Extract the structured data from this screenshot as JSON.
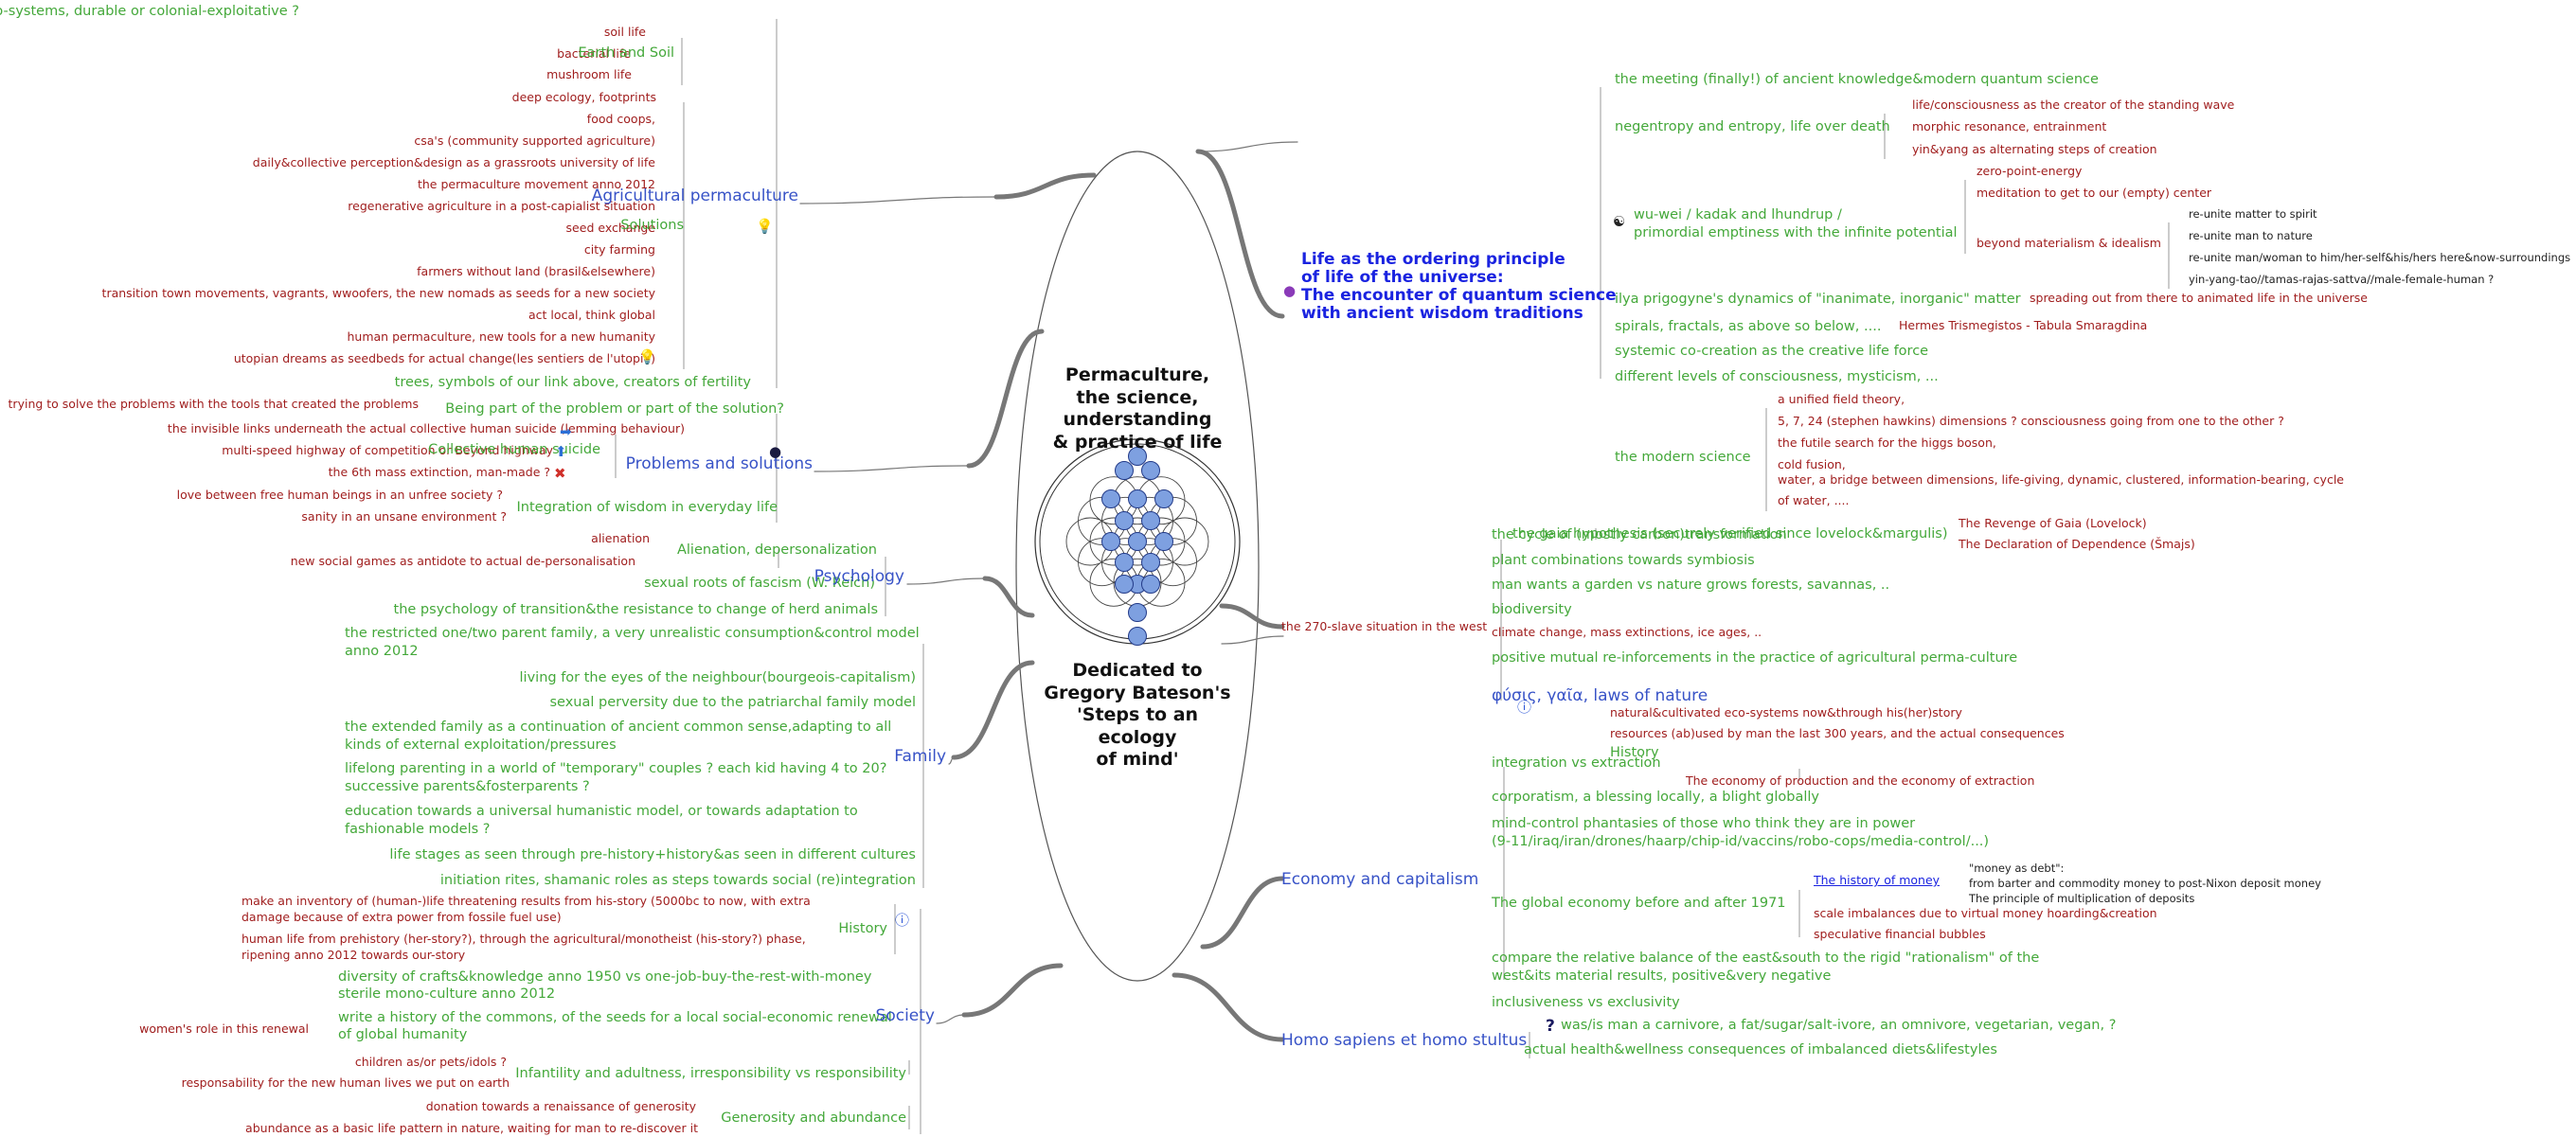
{
  "center": {
    "title_lines": [
      "Permaculture,",
      "the science,",
      "understanding",
      "& practice of life"
    ],
    "dedication_lines": [
      "Dedicated to",
      "Gregory Bateson's",
      "'Steps to an",
      "ecology",
      "of mind'"
    ],
    "icon": "flower-of-life-icon"
  },
  "colors": {
    "main_topic": "#3853c7",
    "subtopic": "#44a83a",
    "leaf": "#a01e1e",
    "heading": "#1a23e0",
    "connector": "#777777"
  },
  "nodes": [
    {
      "t": "plant&animal(&human) eco-systems, durable or colonial-exploitative ?",
      "c": "sub"
    },
    {
      "t": "soil life",
      "c": "leaf"
    },
    {
      "t": "bacterial life",
      "c": "leaf"
    },
    {
      "t": "mushroom life",
      "c": "leaf"
    },
    {
      "t": "Earth and Soil",
      "c": "sub"
    },
    {
      "t": "deep ecology, footprints",
      "c": "leaf"
    },
    {
      "t": "food coops,",
      "c": "leaf"
    },
    {
      "t": "csa's (community supported agriculture)",
      "c": "leaf"
    },
    {
      "t": "daily&collective perception&design as a grassroots university of life",
      "c": "leaf"
    },
    {
      "t": "the permaculture movement anno 2012",
      "c": "leaf"
    },
    {
      "t": "regenerative agriculture in a post-capialist situation",
      "c": "leaf"
    },
    {
      "t": "seed exchange",
      "c": "leaf"
    },
    {
      "t": "city farming",
      "c": "leaf"
    },
    {
      "t": "farmers without land (brasil&elsewhere)",
      "c": "leaf"
    },
    {
      "t": "transition town movements, vagrants, wwoofers, the new nomads as seeds for a new society",
      "c": "leaf"
    },
    {
      "t": "act local, think global",
      "c": "leaf"
    },
    {
      "t": "human permaculture, new tools for a new humanity",
      "c": "leaf"
    },
    {
      "t": "utopian dreams as seedbeds for actual change(les sentiers de l'utopie)",
      "c": "leaf"
    },
    {
      "t": "Solutions",
      "c": "sub"
    },
    {
      "t": "trees, symbols of our link above, creators of fertility",
      "c": "sub"
    },
    {
      "t": "Agricultural permaculture",
      "c": "main"
    },
    {
      "t": "Being part of the problem or part of the solution?",
      "c": "sub"
    },
    {
      "t": "trying to solve the problems with the tools that created the problems",
      "c": "leaf"
    },
    {
      "t": "the invisible links underneath the actual collective human suicide (lemming behaviour)",
      "c": "leaf"
    },
    {
      "t": "multi-speed highway of competition or Beyond highway",
      "c": "leaf"
    },
    {
      "t": "the 6th mass extinction, man-made ?",
      "c": "leaf"
    },
    {
      "t": "Collective human suicide",
      "c": "sub"
    },
    {
      "t": "love between free human beings in an unfree society ?",
      "c": "leaf"
    },
    {
      "t": "sanity in an unsane environment ?",
      "c": "leaf"
    },
    {
      "t": "Integration of wisdom in everyday life",
      "c": "sub"
    },
    {
      "t": "Problems and solutions",
      "c": "main"
    },
    {
      "t": "alienation",
      "c": "leaf"
    },
    {
      "t": "new social games as antidote to actual de-personalisation",
      "c": "leaf"
    },
    {
      "t": "Alienation, depersonalization",
      "c": "sub"
    },
    {
      "t": "sexual roots of fascism (W. Reich)",
      "c": "sub"
    },
    {
      "t": "the psychology of transition&the resistance to change of herd animals",
      "c": "sub"
    },
    {
      "t": "Psychology",
      "c": "main"
    },
    {
      "t": "the restricted one/two parent family, a very unrealistic consumption&control model",
      "c": "sub"
    },
    {
      "t": "anno 2012",
      "c": "sub"
    },
    {
      "t": "living for the eyes of the neighbour(bourgeois-capitalism)",
      "c": "sub"
    },
    {
      "t": "sexual perversity due to the patriarchal family model",
      "c": "sub"
    },
    {
      "t": "the extended family as a continuation of ancient common sense,adapting to all",
      "c": "sub"
    },
    {
      "t": "kinds of external exploitation/pressures",
      "c": "sub"
    },
    {
      "t": "lifelong parenting in a world of \"temporary\" couples ? each kid having 4 to 20?",
      "c": "sub"
    },
    {
      "t": "successive parents&fosterparents ?",
      "c": "sub"
    },
    {
      "t": "education towards a universal humanistic model, or towards adaptation to",
      "c": "sub"
    },
    {
      "t": "fashionable models ?",
      "c": "sub"
    },
    {
      "t": "life stages as seen through pre-history+history&as seen in different cultures",
      "c": "sub"
    },
    {
      "t": "initiation rites, shamanic roles as steps towards social (re)integration",
      "c": "sub"
    },
    {
      "t": "Family",
      "c": "main"
    },
    {
      "t": "make an inventory of (human-)life threatening results from his-story (5000bc to now, with extra",
      "c": "leaf"
    },
    {
      "t": "damage because of extra power from fossile fuel use)",
      "c": "leaf"
    },
    {
      "t": "human life from prehistory (her-story?), through the agricultural/monotheist (his-story?) phase,",
      "c": "leaf"
    },
    {
      "t": "ripening anno 2012 towards our-story",
      "c": "leaf"
    },
    {
      "t": "History",
      "c": "sub"
    },
    {
      "t": "diversity of crafts&knowledge anno 1950 vs one-job-buy-the-rest-with-money",
      "c": "sub"
    },
    {
      "t": "sterile mono-culture anno 2012",
      "c": "sub"
    },
    {
      "t": "women's role in this renewal",
      "c": "leaf"
    },
    {
      "t": "write a history of the commons, of the seeds for a local social-economic renewal",
      "c": "sub"
    },
    {
      "t": "of global humanity",
      "c": "sub"
    },
    {
      "t": "children as/or pets/idols ?",
      "c": "leaf"
    },
    {
      "t": "responsability for the new human lives we put on earth",
      "c": "leaf"
    },
    {
      "t": "Infantility and adultness, irresponsibility vs responsibility",
      "c": "sub"
    },
    {
      "t": "donation towards a renaissance of generosity",
      "c": "leaf"
    },
    {
      "t": "abundance as a basic life pattern in nature, waiting for man to re-discover it",
      "c": "leaf"
    },
    {
      "t": "Generosity and abundance",
      "c": "sub"
    },
    {
      "t": "Society",
      "c": "main"
    },
    {
      "t": "Life as the ordering principle",
      "c": "heading"
    },
    {
      "t": "of life of the universe:",
      "c": "heading"
    },
    {
      "t": "The encounter of quantum science",
      "c": "heading"
    },
    {
      "t": "with ancient wisdom traditions",
      "c": "heading"
    },
    {
      "t": "the meeting (finally!) of ancient knowledge&modern quantum science",
      "c": "sub"
    },
    {
      "t": "negentropy and entropy, life over death",
      "c": "sub"
    },
    {
      "t": "life/consciousness as the creator of the standing wave",
      "c": "leaf"
    },
    {
      "t": "morphic resonance, entrainment",
      "c": "leaf"
    },
    {
      "t": "yin&yang as alternating steps of creation",
      "c": "leaf"
    },
    {
      "t": "wu-wei / kadak and lhundrup /",
      "c": "sub"
    },
    {
      "t": "primordial emptiness with the infinite potential",
      "c": "sub"
    },
    {
      "t": "zero-point-energy",
      "c": "leaf"
    },
    {
      "t": "meditation to get to our (empty) center",
      "c": "leaf"
    },
    {
      "t": "beyond materialism & idealism",
      "c": "leaf"
    },
    {
      "t": "re-unite matter to spirit",
      "c": "tiny"
    },
    {
      "t": "re-unite man to nature",
      "c": "tiny"
    },
    {
      "t": "re-unite man/woman to him/her-self&his/hers here&now-surroundings",
      "c": "tiny"
    },
    {
      "t": "yin-yang-tao//tamas-rajas-sattva//male-female-human ?",
      "c": "tiny"
    },
    {
      "t": "ilya prigogyne's dynamics of \"inanimate, inorganic\" matter",
      "c": "sub"
    },
    {
      "t": "spreading out from there to animated life in the universe",
      "c": "leaf"
    },
    {
      "t": "spirals, fractals, as above so below, ....",
      "c": "sub"
    },
    {
      "t": "Hermes Trismegistos - Tabula Smaragdina",
      "c": "leaf"
    },
    {
      "t": "systemic co-creation as the creative life force",
      "c": "sub"
    },
    {
      "t": "different levels of consciousness, mysticism, ...",
      "c": "sub"
    },
    {
      "t": "a unified field theory,",
      "c": "leaf"
    },
    {
      "t": "5, 7, 24 (stephen hawkins) dimensions ? consciousness going from one to the other ?",
      "c": "leaf"
    },
    {
      "t": "the futile search for the higgs boson,",
      "c": "leaf"
    },
    {
      "t": "cold fusion,",
      "c": "leaf"
    },
    {
      "t": "water, a bridge between dimensions, life-giving, dynamic, clustered, information-bearing, cycle",
      "c": "leaf"
    },
    {
      "t": "of water, ....",
      "c": "leaf"
    },
    {
      "t": "the modern science",
      "c": "sub"
    },
    {
      "t": "the gaia hypothesis (securely verified since lovelock&margulis)",
      "c": "sub"
    },
    {
      "t": "The Revenge of Gaia (Lovelock)",
      "c": "leaf"
    },
    {
      "t": "The Declaration of Dependence (Šmajs)",
      "c": "leaf"
    },
    {
      "t": "the cycle of (mostly carbon)transformation",
      "c": "sub"
    },
    {
      "t": "positive mutual re-inforcements in the practice of agricultural perma-culture",
      "c": "sub"
    },
    {
      "t": "plant combinations towards symbiosis",
      "c": "sub"
    },
    {
      "t": "man wants a garden vs nature grows forests, savannas, ..",
      "c": "sub"
    },
    {
      "t": "biodiversity",
      "c": "sub"
    },
    {
      "t": "climate change, mass extinctions, ice ages, ..",
      "c": "leaf"
    },
    {
      "t": "natural&cultivated eco-systems now&through his(her)story",
      "c": "leaf"
    },
    {
      "t": "resources (ab)used by man the last 300 years, and the actual consequences",
      "c": "leaf"
    },
    {
      "t": "History",
      "c": "sub"
    },
    {
      "t": "φύσις, γαῖα, laws of nature",
      "c": "main"
    },
    {
      "t": "the 270-slave situation in the west",
      "c": "leaf"
    },
    {
      "t": "The economy of production and the economy of extraction",
      "c": "leaf"
    },
    {
      "t": "integration vs extraction",
      "c": "sub"
    },
    {
      "t": "corporatism, a blessing locally, a blight globally",
      "c": "sub"
    },
    {
      "t": "mind-control phantasies of those who think they are in power",
      "c": "sub"
    },
    {
      "t": "(9-11/iraq/iran/drones/haarp/chip-id/vaccins/robo-cops/media-control/...)",
      "c": "sub"
    },
    {
      "t": "The history of money",
      "c": "link"
    },
    {
      "t": "\"money as debt\":",
      "c": "tiny"
    },
    {
      "t": "from barter and commodity money to post-Nixon deposit money",
      "c": "tiny"
    },
    {
      "t": "The principle of multiplication of deposits",
      "c": "tiny"
    },
    {
      "t": "scale imbalances due to virtual money hoarding&creation",
      "c": "leaf"
    },
    {
      "t": "speculative  financial bubbles",
      "c": "leaf"
    },
    {
      "t": "The global economy before and after 1971",
      "c": "sub"
    },
    {
      "t": "compare the relative balance of the east&south to the rigid \"rationalism\" of the",
      "c": "sub"
    },
    {
      "t": "west&its material results, positive&very negative",
      "c": "sub"
    },
    {
      "t": "inclusiveness vs exclusivity",
      "c": "sub"
    },
    {
      "t": "Economy and capitalism",
      "c": "main"
    },
    {
      "t": "was/is man a carnivore, a fat/sugar/salt-ivore, an omnivore, vegetarian, vegan, ?",
      "c": "sub"
    },
    {
      "t": "actual health&wellness consequences of imbalanced diets&lifestyles",
      "c": "sub"
    },
    {
      "t": "Homo sapiens et homo stultus",
      "c": "main"
    }
  ],
  "icons": [
    {
      "name": "lightbulb-icon",
      "glyph": "💡",
      "color": "#d8c400"
    },
    {
      "name": "arrow-right-icon",
      "glyph": "➡",
      "color": "#2b6fd6"
    },
    {
      "name": "arrow-up-icon",
      "glyph": "⬆",
      "color": "#2b6fd6"
    },
    {
      "name": "cross-icon",
      "glyph": "✖",
      "color": "#d0302a"
    },
    {
      "name": "lightbulb-icon",
      "glyph": "💡",
      "color": "#d8c400"
    },
    {
      "name": "bomb-icon",
      "glyph": "●",
      "color": "#1a1a40"
    },
    {
      "name": "info-icon",
      "glyph": "ⓘ",
      "color": "#2b55d6"
    },
    {
      "name": "planet-icon",
      "glyph": "●",
      "color": "#8a3ab8"
    },
    {
      "name": "yin-yang-icon",
      "glyph": "☯",
      "color": "#222222"
    },
    {
      "name": "info-icon",
      "glyph": "ⓘ",
      "color": "#2b55d6"
    },
    {
      "name": "question-icon",
      "glyph": "?",
      "color": "#1a1a60"
    }
  ]
}
